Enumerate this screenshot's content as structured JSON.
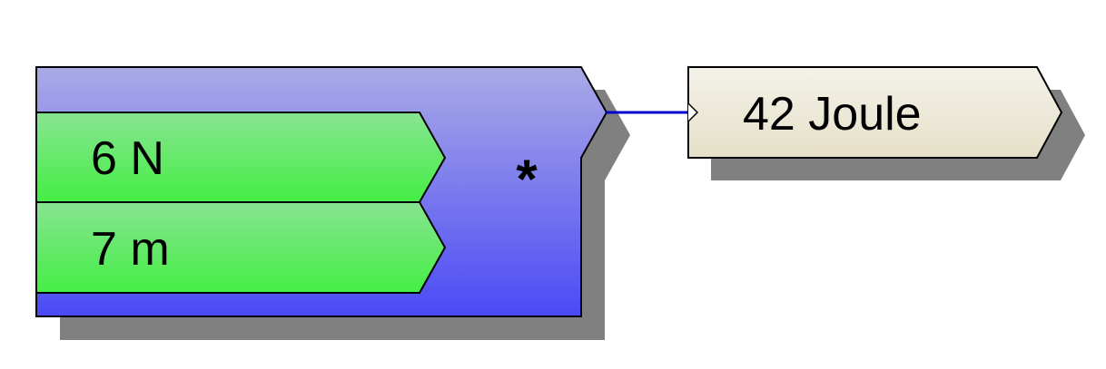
{
  "operator_block": {
    "operator_symbol": "*",
    "inputs": [
      {
        "label": "6 N"
      },
      {
        "label": "7 m"
      }
    ]
  },
  "output_block": {
    "label": "42 Joule"
  },
  "colors": {
    "operator_gradient_top": "#aaaae6",
    "operator_gradient_bottom": "#4a4af6",
    "input_gradient_top": "#88e492",
    "input_gradient_bottom": "#44ee44",
    "output_gradient_top": "#f4f2ea",
    "output_gradient_bottom": "#e6e0c8",
    "connector": "#0000cc",
    "shadow": "#808080",
    "outline": "#000000"
  }
}
